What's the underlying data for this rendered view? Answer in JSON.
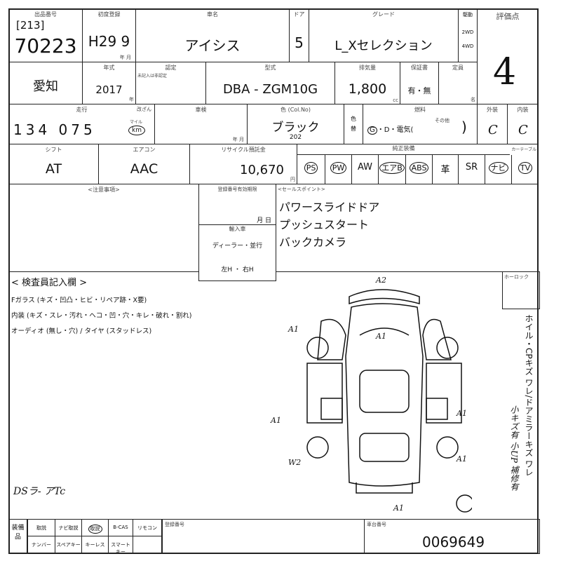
{
  "lot": {
    "label": "出品番号",
    "sub": "[213]",
    "number": "70223"
  },
  "first_reg": {
    "label": "初度登録",
    "value": "H29 9",
    "unit": "年  月"
  },
  "car_name": {
    "label": "車名",
    "value": "アイシス"
  },
  "doors": {
    "label": "ドア",
    "value": "5"
  },
  "grade": {
    "label": "グレード",
    "value": "L_Xセレクション"
  },
  "drive": {
    "label": "駆動",
    "opt1": "2WD",
    "opt2": "4WD"
  },
  "score": {
    "label": "評価点",
    "value": "4"
  },
  "region": {
    "value": "愛知"
  },
  "year": {
    "label": "年式",
    "value": "2017",
    "unit": "年"
  },
  "cert": {
    "label": "認定",
    "note": "未記入は非認定"
  },
  "model": {
    "label": "型式",
    "value": "DBA - ZGM10G"
  },
  "displacement": {
    "label": "排気量",
    "value": "1,800",
    "unit": "cc"
  },
  "warranty": {
    "label": "保証書",
    "value": "有・無"
  },
  "capacity": {
    "label": "定員",
    "unit": "名"
  },
  "mileage": {
    "label": "走行",
    "value": "134 075",
    "unit_opt": "マイル",
    "unit": "km",
    "note": "改ざん"
  },
  "inspection": {
    "label": "車検",
    "unit": "年  月"
  },
  "color": {
    "label": "色 (Col.No)",
    "value": "ブラック",
    "code": "202"
  },
  "color_change": {
    "label": "色替"
  },
  "fuel": {
    "label": "燃料",
    "value": "G",
    "options": "・D・電気(",
    "other": "その他",
    ")": ")"
  },
  "exterior": {
    "label": "外装",
    "value": "C"
  },
  "interior": {
    "label": "内装",
    "value": "C"
  },
  "shift": {
    "label": "シフト",
    "value": "AT"
  },
  "aircon": {
    "label": "エアコン",
    "value": "AAC"
  },
  "recycle": {
    "label": "リサイクル預託金",
    "value": "10,670",
    "unit": "円"
  },
  "equipment": {
    "label": "純正装備",
    "tv_label": "カーテーブル",
    "items": [
      "PS",
      "PW",
      "AW",
      "エアB",
      "ABS",
      "革",
      "SR",
      "ナビ",
      "TV"
    ]
  },
  "notes": {
    "label": "<注意事項>"
  },
  "registration": {
    "label": "登録番号有効期限",
    "unit": "月  日",
    "import_label": "輸入車",
    "import_value": "ディーラー・並行",
    "handle": "左H ・ 右H"
  },
  "sales_points": {
    "label": "<セールスポイント>",
    "items": [
      "パワースライドドア",
      "プッシュスタート",
      "バックカメラ"
    ]
  },
  "inspector": {
    "label": "< 検査員記入欄 >",
    "lines": [
      "Fガラス (キズ・凹凸・ヒビ・リペア跡・X要)",
      "内装 (キズ・スレ・汚れ・ヘコ・凹・穴・キレ・破れ・割れ)",
      "オーディオ (無し・穴) / タイヤ (スタッドレス)"
    ],
    "handwritten": "DSラ- アTc",
    "side_text": "ホイル・CPキズ ワレ/ドアミラーキズ ワレ",
    "side_hw": "小キズ有 小UP 補修有",
    "lock_label": "ホーロック"
  },
  "damage_marks": [
    "A2",
    "A1",
    "A1",
    "A1",
    "A1",
    "W2",
    "A1",
    "A1"
  ],
  "bottom": {
    "label": "装備品",
    "items_top": [
      "取説",
      "ナビ取説",
      "取説",
      "B-CAS",
      "リモコン"
    ],
    "items_bottom": [
      "ナンバー",
      "スペアキー",
      "キーレス",
      "スマートキー",
      ""
    ],
    "regno_label": "登録番号",
    "chassis_label": "車台番号",
    "chassis_value": "0069649"
  }
}
